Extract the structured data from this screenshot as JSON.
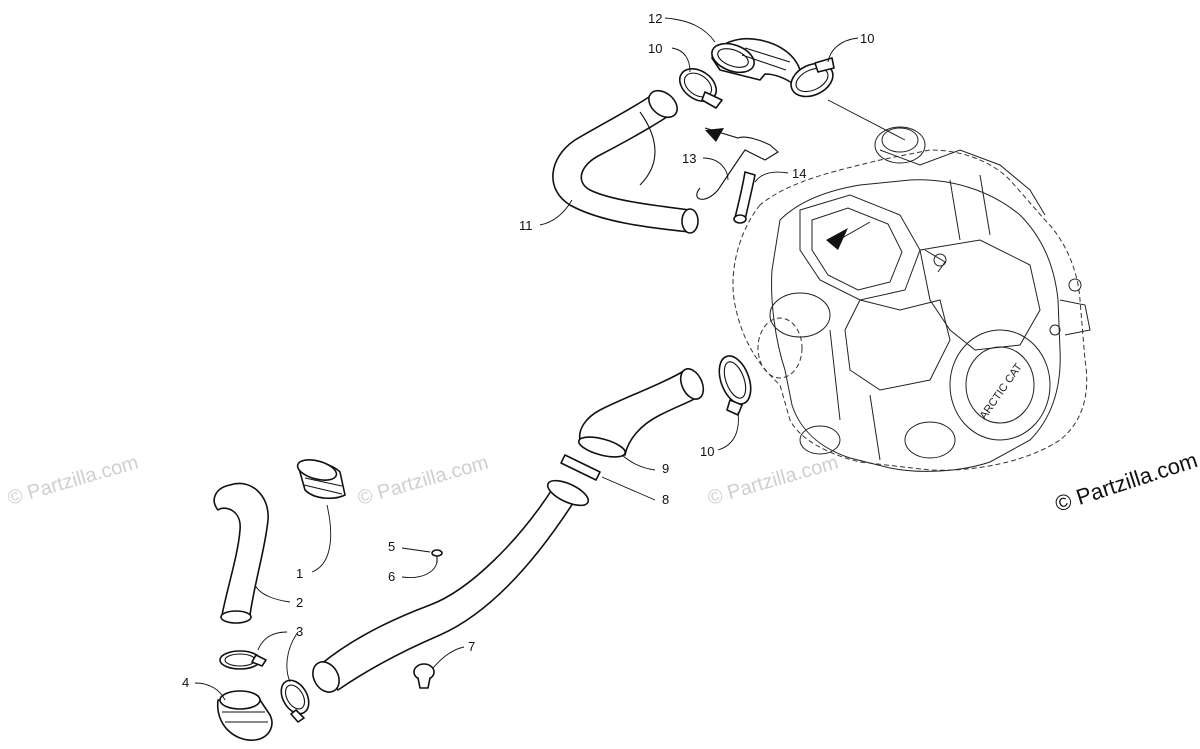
{
  "callouts": [
    {
      "num": "1"
    },
    {
      "num": "2"
    },
    {
      "num": "3"
    },
    {
      "num": "4"
    },
    {
      "num": "5"
    },
    {
      "num": "6"
    },
    {
      "num": "7"
    },
    {
      "num": "8"
    },
    {
      "num": "9"
    },
    {
      "num": "10"
    },
    {
      "num": "10"
    },
    {
      "num": "10"
    },
    {
      "num": "11"
    },
    {
      "num": "12"
    },
    {
      "num": "13"
    },
    {
      "num": "14"
    }
  ],
  "watermark": "© Partzilla.com",
  "copyright": "© Partzilla.com",
  "engine_label": "ARCTIC CAT"
}
